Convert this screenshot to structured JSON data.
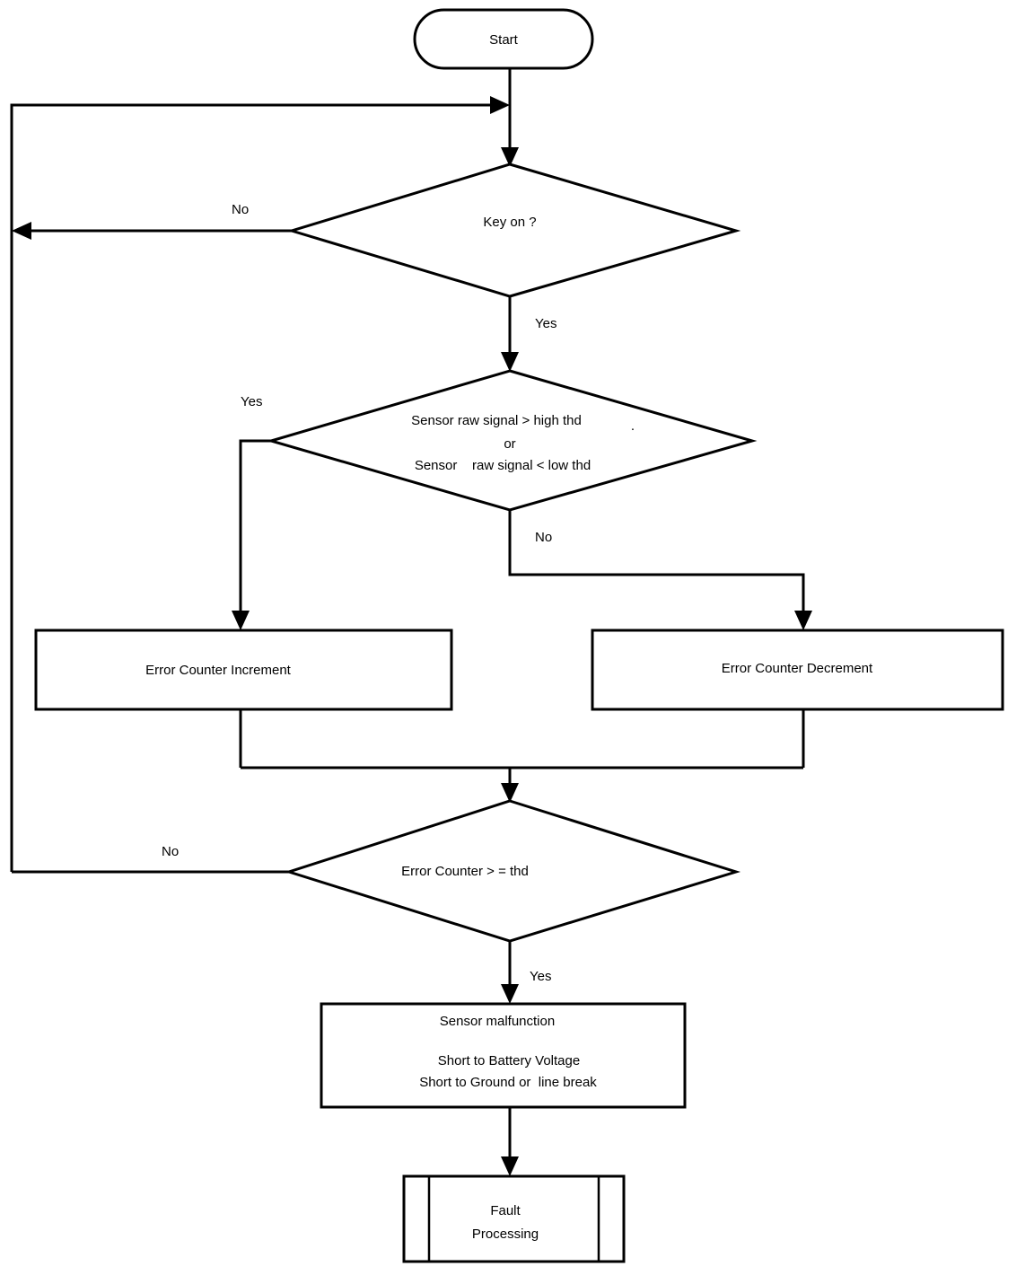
{
  "diagram": {
    "title": "Sensor Fault Detection Flowchart",
    "background_color": "#ffffff",
    "line_color": "#000000",
    "nodes": {
      "start": {
        "shape": "stadium",
        "label": "Start"
      },
      "key_on": {
        "shape": "diamond",
        "label": "Key on ?"
      },
      "threshold_check": {
        "shape": "diamond",
        "line1": "Sensor raw signal > high thd",
        "line2": "or",
        "line3": "Sensor    raw signal < low thd",
        "trailing_mark": "."
      },
      "counter_increment": {
        "shape": "rectangle",
        "label": "Error Counter Increment"
      },
      "counter_decrement": {
        "shape": "rectangle",
        "label": "Error Counter Decrement"
      },
      "counter_threshold": {
        "shape": "diamond",
        "label": "Error Counter > = thd"
      },
      "sensor_malfunction": {
        "shape": "rectangle",
        "line1": "Sensor malfunction",
        "line2": "Short to Battery Voltage",
        "line3": "Short to Ground or  line break"
      },
      "fault_processing": {
        "shape": "predefined-process",
        "line1": "Fault",
        "line2": "Processing"
      }
    },
    "edge_labels": {
      "key_on_no": "No",
      "key_on_yes": "Yes",
      "threshold_yes": "Yes",
      "threshold_no": "No",
      "counter_threshold_no": "No",
      "counter_threshold_yes": "Yes"
    }
  }
}
